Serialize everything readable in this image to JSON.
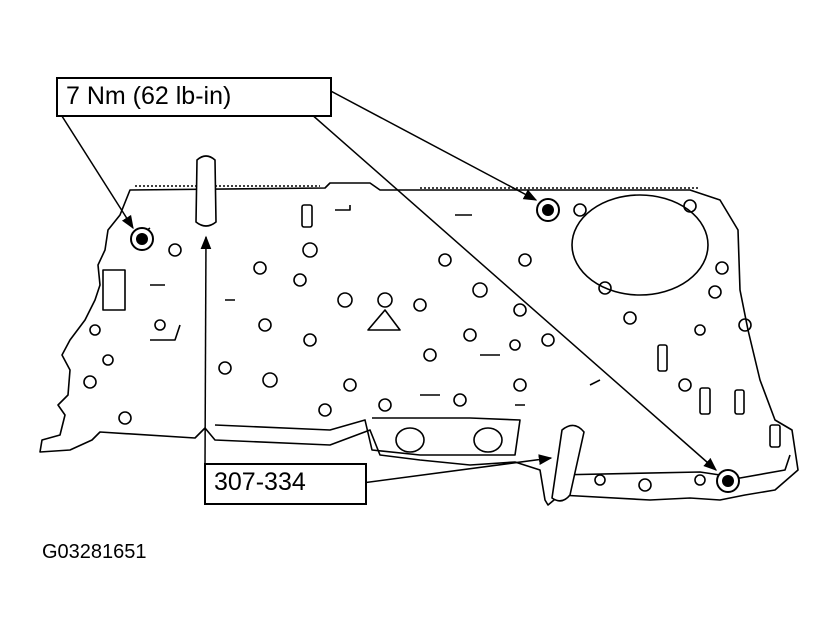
{
  "callouts": {
    "torque": "7 Nm (62 lb-in)",
    "tool": "307-334"
  },
  "figure_id": "G03281651",
  "colors": {
    "line": "#000000",
    "background": "#ffffff"
  }
}
